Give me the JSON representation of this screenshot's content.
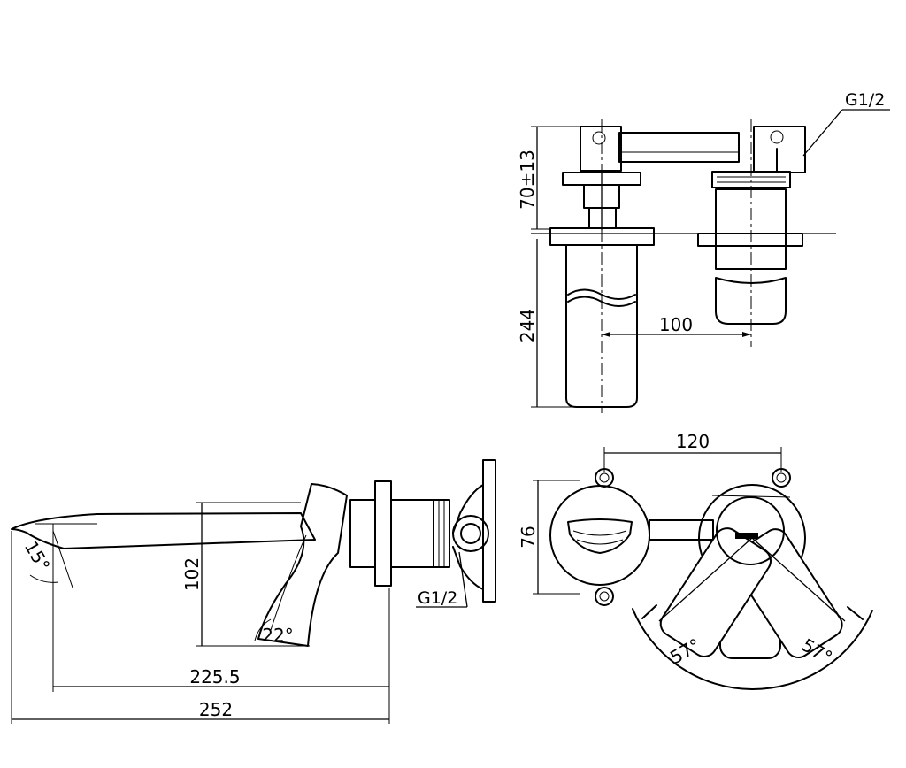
{
  "dimensions": {
    "height_body": "70±13",
    "depth": "244",
    "spacing_top": "100",
    "center_distance": "120",
    "plate_height": "76",
    "swing_left": "57°",
    "swing_right": "57°",
    "spout_height": "102",
    "spout_angle": "15°",
    "handle_angle": "22°",
    "spout_length": "225.5",
    "total_length": "252"
  },
  "labels": {
    "thread_top": "G1/2",
    "thread_side": "G1/2"
  }
}
